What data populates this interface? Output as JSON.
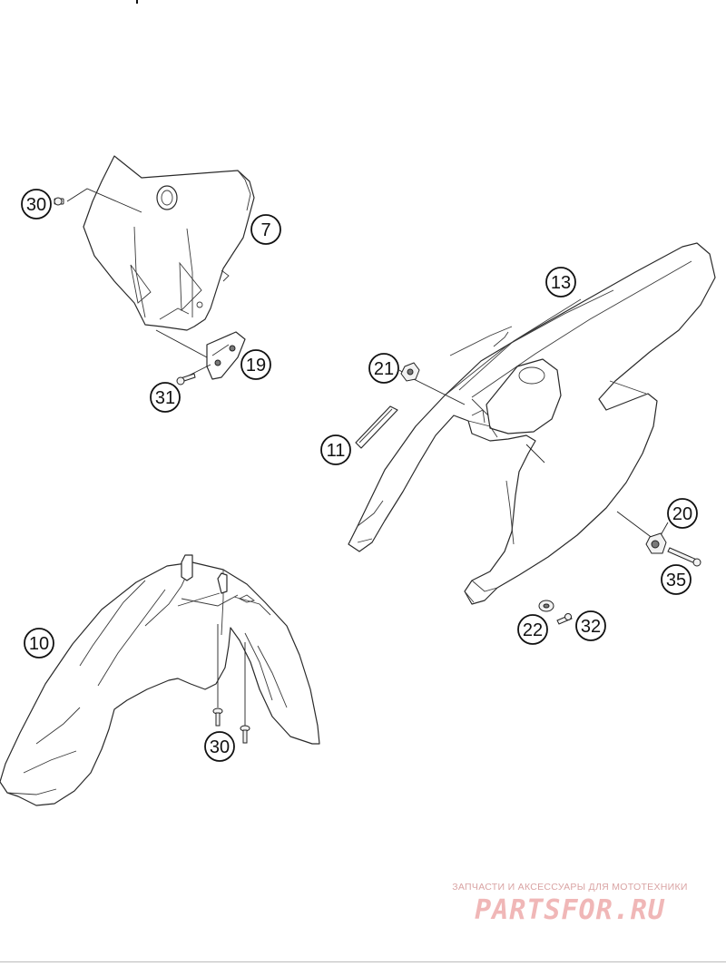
{
  "diagram": {
    "callouts": {
      "c30_top": "30",
      "c7": "7",
      "c19": "19",
      "c31": "31",
      "c13": "13",
      "c21": "21",
      "c11": "11",
      "c20": "20",
      "c35": "35",
      "c22": "22",
      "c32": "32",
      "c10": "10",
      "c30_bottom": "30"
    }
  },
  "watermark": {
    "tagline": "ЗАПЧАСТИ И АКСЕССУАРЫ ДЛЯ МОТОТЕХНИКИ",
    "logo": "PARTSFOR.RU"
  },
  "colors": {
    "line": "#2a2a2a",
    "watermark": "#f0b7b7"
  }
}
